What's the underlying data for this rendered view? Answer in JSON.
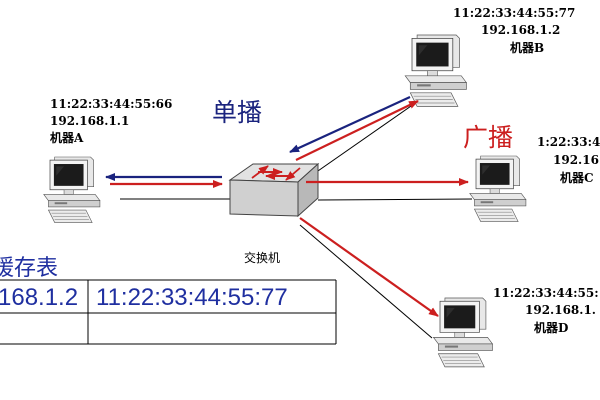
{
  "colors": {
    "unicast": "#1a237e",
    "broadcast": "#cc1f1f",
    "cache_text": "#1f2fa0",
    "link": "#000000"
  },
  "labels": {
    "unicast": "单播",
    "broadcast": "广播"
  },
  "switch": {
    "label": "交换机",
    "icon": "network-switch-icon"
  },
  "machines": {
    "a": {
      "mac": "11:22:33:44:55:66",
      "ip": "192.168.1.1",
      "name": "机器A",
      "icon": "desktop-computer-icon"
    },
    "b": {
      "mac": "11:22:33:44:55:77",
      "ip": "192.168.1.2",
      "name": "机器B",
      "icon": "desktop-computer-icon"
    },
    "c": {
      "mac": "1:22:33:4",
      "ip": "192.16",
      "name": "机器C",
      "icon": "desktop-computer-icon"
    },
    "d": {
      "mac": "11:22:33:44:55:",
      "ip": "192.168.1.",
      "name": "机器D",
      "icon": "desktop-computer-icon"
    }
  },
  "cache_table": {
    "title": "缓存表",
    "rows": [
      [
        "168.1.2",
        "11:22:33:44:55:77"
      ],
      [
        "",
        ""
      ]
    ]
  }
}
